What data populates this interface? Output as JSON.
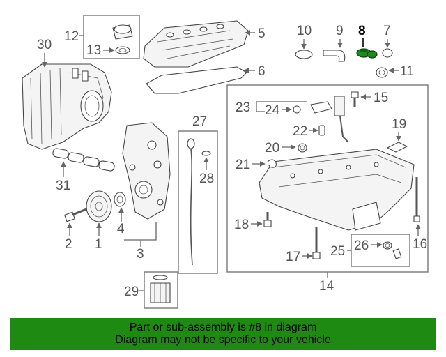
{
  "diagram": {
    "callouts": {
      "c1": "1",
      "c2": "2",
      "c3": "3",
      "c4": "4",
      "c5": "5",
      "c6": "6",
      "c7": "7",
      "c8": "8",
      "c9": "9",
      "c10": "10",
      "c11": "11",
      "c12": "12",
      "c13": "13",
      "c14": "14",
      "c15": "15",
      "c16": "16",
      "c17": "17",
      "c18": "18",
      "c19": "19",
      "c20": "20",
      "c21": "21",
      "c22": "22",
      "c23": "23",
      "c24": "24",
      "c25": "25",
      "c26": "26",
      "c27": "27",
      "c28": "28",
      "c29": "29",
      "c30": "30",
      "c31": "31"
    },
    "highlighted_part": "8",
    "highlight_color": "#1c8a1c"
  },
  "banner": {
    "line1": "Part or sub-assembly is #8 in diagram",
    "line2": "Diagram may not be specific to your vehicle",
    "background": "#1f8a12"
  }
}
